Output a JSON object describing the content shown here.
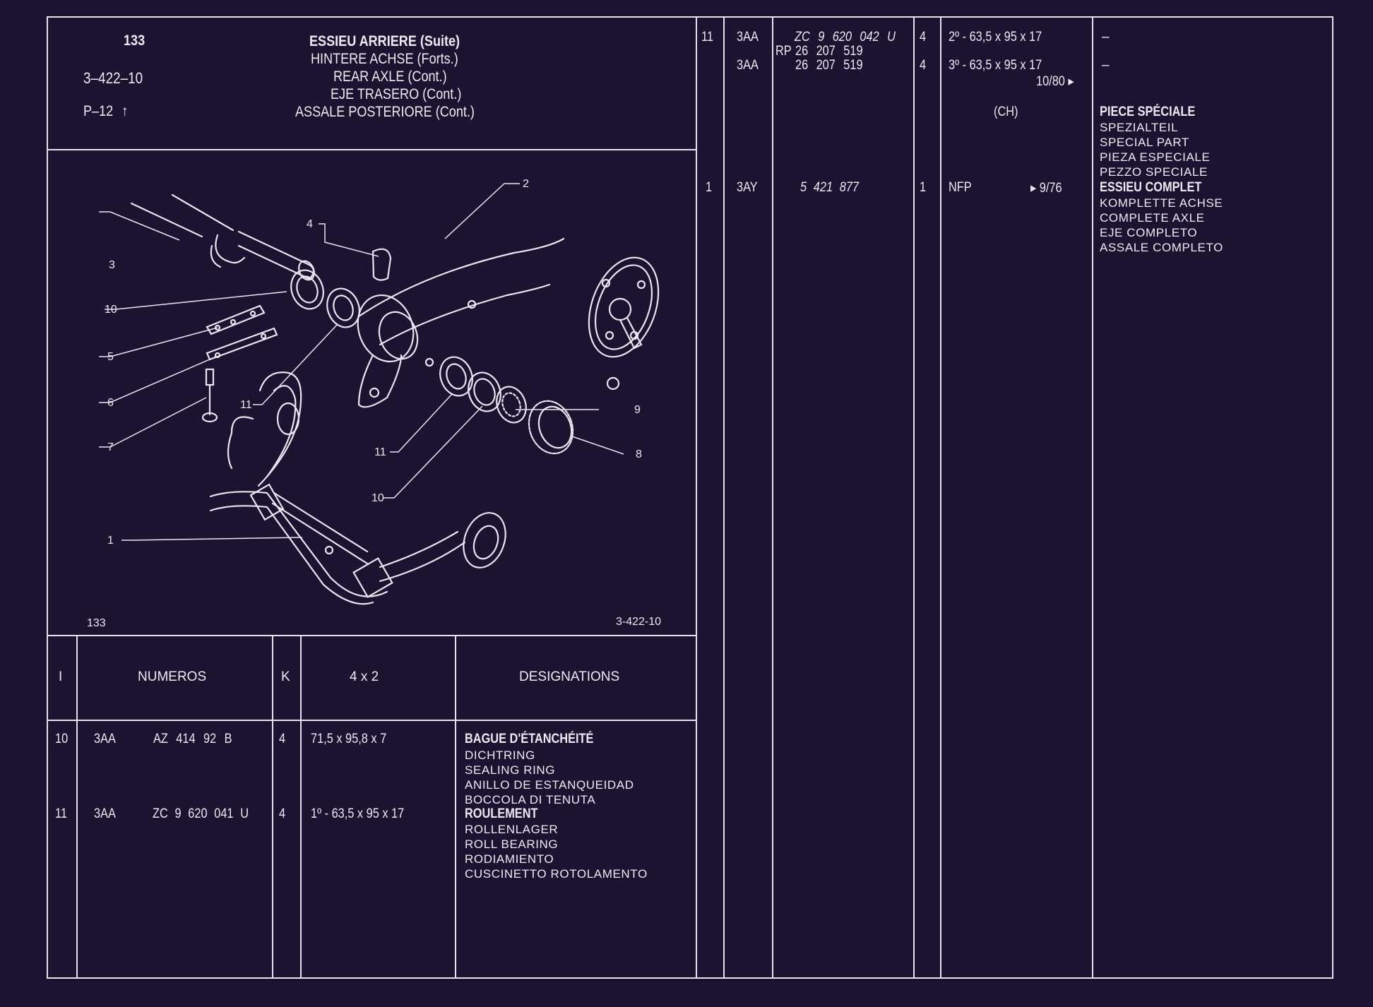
{
  "header": {
    "page_no": "133",
    "ref_code": "3–422–10",
    "page_ref": "P–12",
    "titles": [
      "ESSIEU ARRIERE (Suite)",
      "HINTERE ACHSE (Forts.)",
      "REAR AXLE (Cont.)",
      "EJE TRASERO (Cont.)",
      "ASSALE POSTERIORE (Cont.)"
    ]
  },
  "figure": {
    "footer_left": "133",
    "footer_right": "3-422-10",
    "callouts": [
      "1",
      "2",
      "3",
      "4",
      "5",
      "6",
      "7",
      "8",
      "9",
      "10",
      "10",
      "11",
      "11"
    ]
  },
  "table_headers": {
    "col_i": "I",
    "col_numeros": "NUMEROS",
    "col_k": "K",
    "col_dims": "4 x 2",
    "col_designations": "DESIGNATIONS"
  },
  "left_rows": [
    {
      "index": "10",
      "prefix": "3AA",
      "number": "AZ 414 92 B",
      "k": "4",
      "dims": "71,5 x 95,8 x 7",
      "designation_main": "BAGUE D'ÉTANCHÉITÉ",
      "designations": [
        "DICHTRING",
        "SEALING RING",
        "ANILLO DE ESTANQUEIDAD",
        "BOCCOLA DI TENUTA"
      ]
    },
    {
      "index": "11",
      "prefix": "3AA",
      "number": "ZC 9 620 041 U",
      "k": "4",
      "dims": "1º - 63,5 x 95 x 17",
      "designation_main": "ROULEMENT",
      "designations": [
        "ROLLENLAGER",
        "ROLL BEARING",
        "RODIAMIENTO",
        "CUSCINETTO ROTOLAMENTO"
      ]
    }
  ],
  "right_rows": [
    {
      "index": "11",
      "prefix": "3AA",
      "number": "ZC 9 620 042 U",
      "k": "4",
      "dims": "2º - 63,5 x 95 x 17",
      "designation": "–"
    },
    {
      "alt_label": "RP",
      "prefix": "3AA",
      "number_rp": "26 207 519",
      "number": "26 207 519",
      "k": "4",
      "dims": "3º - 63,5 x 95 x 17",
      "date": "10/80 ▸",
      "designation": "–"
    },
    {
      "note": "(CH)",
      "designation_main": "PIECE SPÉCIALE",
      "designations": [
        "SPEZIALTEIL",
        "SPECIAL PART",
        "PIEZA ESPECIALE",
        "PEZZO SPECIALE"
      ]
    },
    {
      "index": "1",
      "prefix": "3AY",
      "number": "5 421 877",
      "k": "1",
      "dims": "NFP",
      "date": "▸ 9/76",
      "designation_main": "ESSIEU COMPLET",
      "designations": [
        "KOMPLETTE ACHSE",
        "COMPLETE AXLE",
        "EJE COMPLETO",
        "ASSALE COMPLETO"
      ]
    }
  ],
  "colors": {
    "background": "#1b1330",
    "lines": "#e6e3f0",
    "text": "#eceaf6"
  }
}
